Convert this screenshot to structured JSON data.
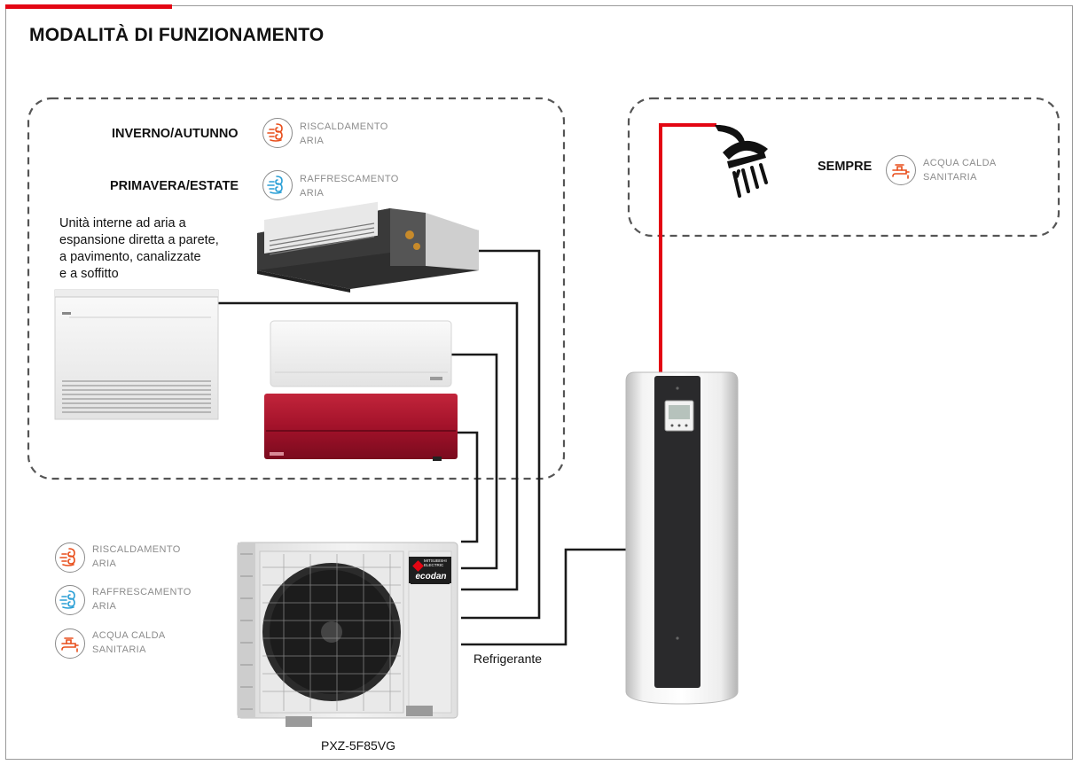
{
  "title": "MODALITÀ DI FUNZIONAMENTO",
  "seasons": {
    "winter": {
      "label": "INVERNO/AUTUNNO",
      "mode": [
        "RISCALDAMENTO",
        "ARIA"
      ]
    },
    "summer": {
      "label": "PRIMAVERA/ESTATE",
      "mode": [
        "RAFFRESCAMENTO",
        "ARIA"
      ]
    },
    "always": {
      "label": "SEMPRE",
      "mode": [
        "ACQUA CALDA",
        "SANITARIA"
      ]
    }
  },
  "indoor_note": [
    "Unità interne ad aria a",
    "espansione diretta a parete,",
    "a pavimento, canalizzate",
    "e a soffitto"
  ],
  "outdoor_modes": [
    {
      "icon": "heating-icon",
      "line1": "RISCALDAMENTO",
      "line2": "ARIA"
    },
    {
      "icon": "cooling-icon",
      "line1": "RAFFRESCAMENTO",
      "line2": "ARIA"
    },
    {
      "icon": "hot-water-icon",
      "line1": "ACQUA CALDA",
      "line2": "SANITARIA"
    }
  ],
  "labels": {
    "refrigerant": "Refrigerante",
    "outdoor_model": "PXZ-5F85VG"
  },
  "brand": {
    "text": [
      "MITSUBISHI",
      "ELECTRIC"
    ],
    "product": "ecodan"
  },
  "colors": {
    "accent": "#e30613",
    "heating": "#e84e1b",
    "cooling": "#2a9fd6",
    "pipe": "#1a1a1a",
    "hot_water_pipe": "#e30613",
    "dashed_border": "#555555"
  }
}
